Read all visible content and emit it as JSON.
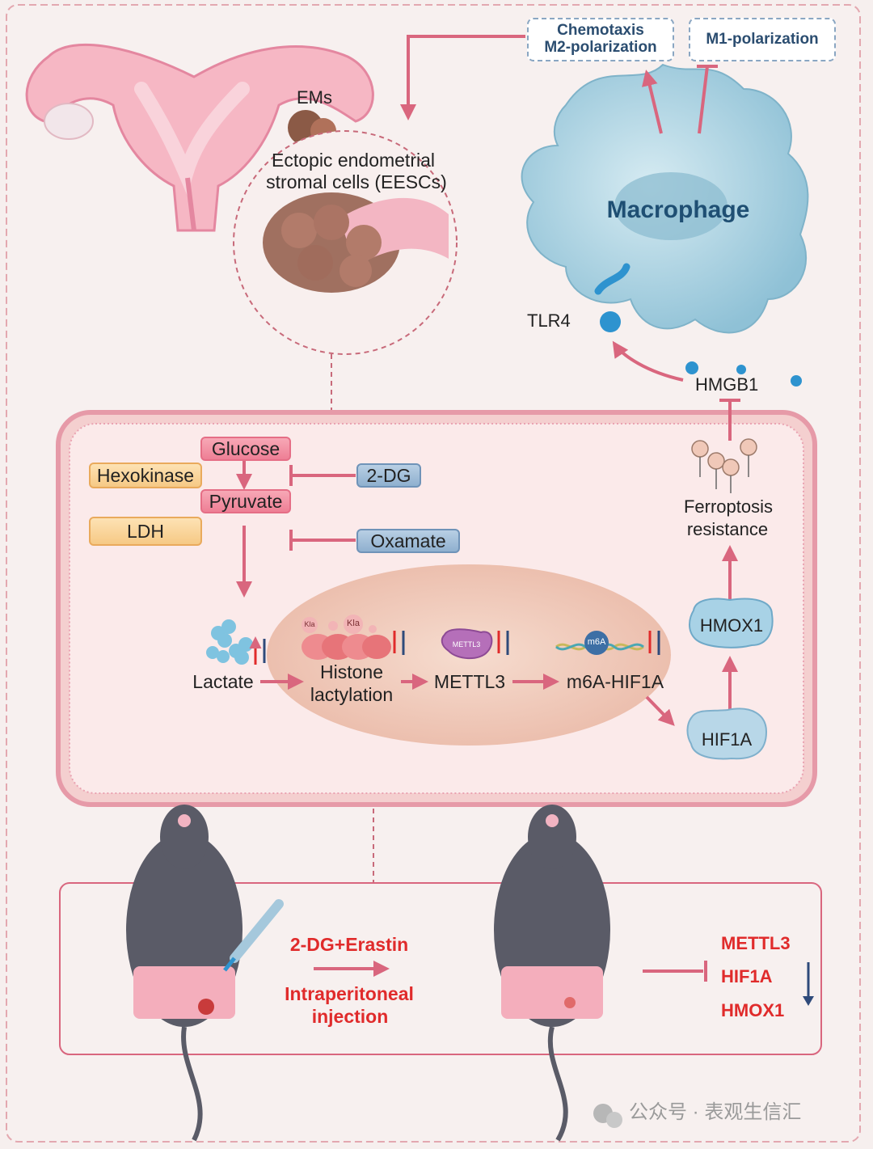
{
  "top": {
    "chemotaxis_line1": "Chemotaxis",
    "chemotaxis_line2": "M2-polarization",
    "m1": "M1-polarization",
    "ems": "EMs",
    "eescs_line1": "Ectopic endometrial",
    "eescs_line2": "stromal cells (EESCs)",
    "macrophage": "Macrophage",
    "tlr4": "TLR4",
    "hmgb1": "HMGB1"
  },
  "cell": {
    "glucose": "Glucose",
    "hexokinase": "Hexokinase",
    "pyruvate": "Pyruvate",
    "ldh": "LDH",
    "dg": "2-DG",
    "oxamate": "Oxamate",
    "ferroptosis_line1": "Ferroptosis",
    "ferroptosis_line2": "resistance",
    "hmox1": "HMOX1",
    "hif1a": "HIF1A",
    "lactate": "Lactate",
    "histone_line1": "Histone",
    "histone_line2": "lactylation",
    "mettl3": "METTL3",
    "m6a_hif1a": "m6A-HIF1A",
    "kla": "Kla",
    "mettl3_blob": "METTL3",
    "m6a_tag": "m6A"
  },
  "bottom": {
    "treatment": "2-DG+Erastin",
    "route_line1": "Intraperitoneal",
    "route_line2": "injection",
    "targets": [
      "METTL3",
      "HIF1A",
      "HMOX1"
    ]
  },
  "watermark": "公众号 · 表观生信汇",
  "colors": {
    "inhibit": "#d9667e",
    "accent_red": "#e02b2b",
    "membrane": "#e69aa8",
    "nucleus": "#f3d2c4",
    "macrophage": "#a9d3e3"
  }
}
